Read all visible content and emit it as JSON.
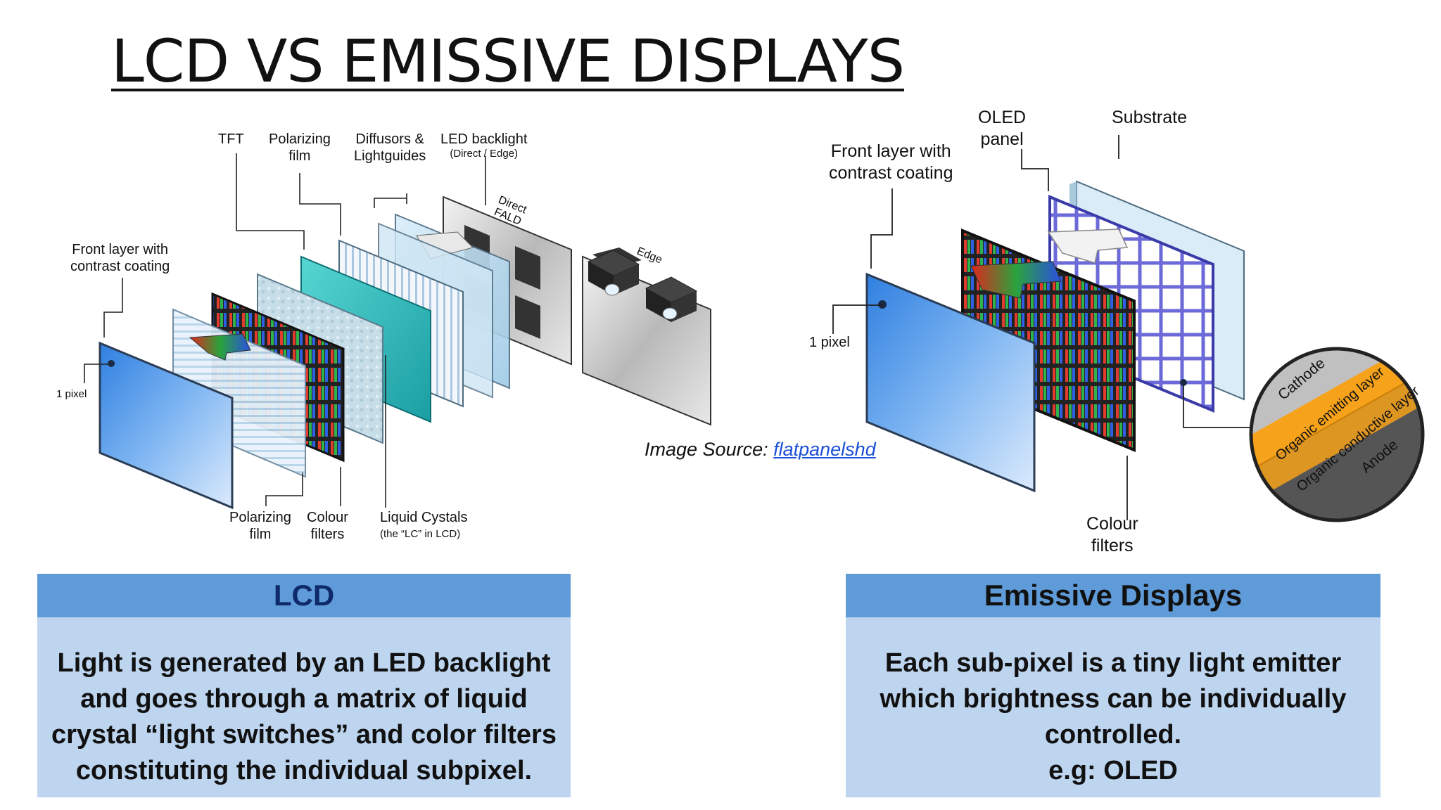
{
  "title": "LCD VS EMISSIVE DISPLAYS",
  "lcd_diagram": {
    "labels": {
      "tft": "TFT",
      "polarizing_top": [
        "Polarizing",
        "film"
      ],
      "diffusors": [
        "Diffusors &",
        "Lightguides"
      ],
      "led_backlight": "LED backlight",
      "led_backlight_sub": "(Direct / Edge)",
      "direct_fald": [
        "Direct",
        "FALD"
      ],
      "edge": "Edge",
      "front_layer": [
        "Front layer with",
        "contrast coating"
      ],
      "one_pixel": "1 pixel",
      "polarizing_bottom": [
        "Polarizing",
        "film"
      ],
      "colour_filters": [
        "Colour",
        "filters"
      ],
      "liquid_crystals": "Liquid Cystals",
      "liquid_crystals_sub": "(the “LC” in LCD)"
    }
  },
  "oled_diagram": {
    "labels": {
      "oled_panel": [
        "OLED",
        "panel"
      ],
      "substrate": "Substrate",
      "front_layer": [
        "Front layer with",
        "contrast coating"
      ],
      "one_pixel": "1 pixel",
      "colour_filters": [
        "Colour",
        "filters"
      ],
      "cathode": "Cathode",
      "organic_emitting": "Organic emitting layer",
      "organic_conductive": "Organic conductive layer",
      "anode": "Anode"
    }
  },
  "image_source": {
    "prefix": "Image Source: ",
    "link": "flatpanelshd"
  },
  "lcd_box": {
    "heading": "LCD",
    "lines": [
      "Light is generated by an LED backlight",
      "and goes through a matrix of liquid",
      "crystal “light switches” and color filters",
      "constituting the individual subpixel."
    ]
  },
  "emissive_box": {
    "heading": "Emissive Displays",
    "lines": [
      "Each sub-pixel is a tiny light emitter",
      "which brightness can be individually",
      "controlled.",
      "e.g: OLED"
    ]
  },
  "colors": {
    "header_blue": "#5f9bd8",
    "box_blue": "#bed5f0",
    "link_blue": "#1a4fd6",
    "cathode_gray": "#c0c0c0",
    "organic_orange": "#f7a21b",
    "anode_dark": "#555555"
  }
}
